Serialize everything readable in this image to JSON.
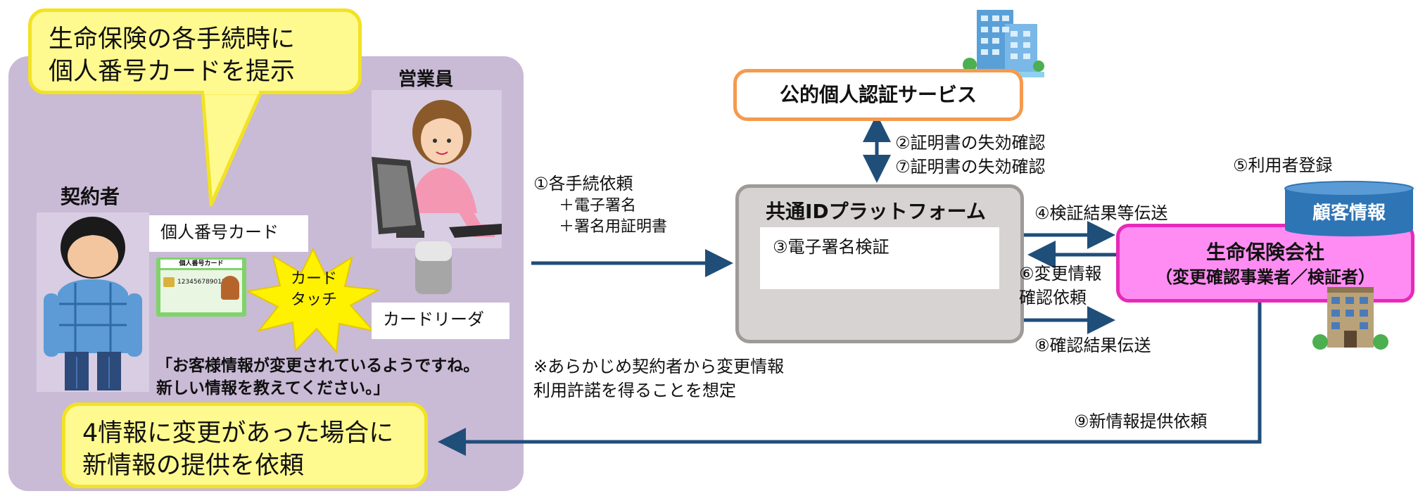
{
  "left": {
    "callout_top": [
      "生命保険の各手続時に",
      "個人番号カードを提示"
    ],
    "sales_label": "営業員",
    "contractor_label": "契約者",
    "card_label": "個人番号カード",
    "card_inner": {
      "title": "個人番号カード",
      "number": "123456789012"
    },
    "touch_burst": [
      "カード",
      "タッチ"
    ],
    "reader_label": "カードリーダ",
    "quote": [
      "「お客様情報が変更されているようですね。",
      "新しい情報を教えてください。」"
    ],
    "callout_bottom": [
      "4情報に変更があった場合に",
      "新情報の提供を依頼"
    ]
  },
  "request": {
    "lines": [
      "①各手続依頼",
      "＋電子署名",
      "＋署名用証明書"
    ]
  },
  "note": [
    "※あらかじめ契約者から変更情報",
    "利用許諾を得ることを想定"
  ],
  "jpki": {
    "label": "公的個人認証サービス",
    "check_lines": [
      "②証明書の失効確認",
      "⑦証明書の失効確認"
    ]
  },
  "platform": {
    "title": "共通IDプラットフォーム",
    "inner": "③電子署名検証"
  },
  "flows": {
    "f4": "④検証結果等伝送",
    "f6": [
      "⑥変更情報",
      "確認依頼"
    ],
    "f8": "⑧確認結果伝送",
    "f9": "⑨新情報提供依頼"
  },
  "insurer": {
    "db_register": "⑤利用者登録",
    "db_label": "顧客情報",
    "name": "生命保険会社",
    "role": "（変更確認事業者／検証者）"
  },
  "colors": {
    "arrow": "#1f4e79",
    "panel": "#c9bad6",
    "callout_fill": "#fffa8f",
    "jpki_border": "#f59a4f",
    "insurer_fill": "#ff8cf2",
    "insurer_border": "#e62ab8",
    "db_fill": "#2e75b6"
  }
}
